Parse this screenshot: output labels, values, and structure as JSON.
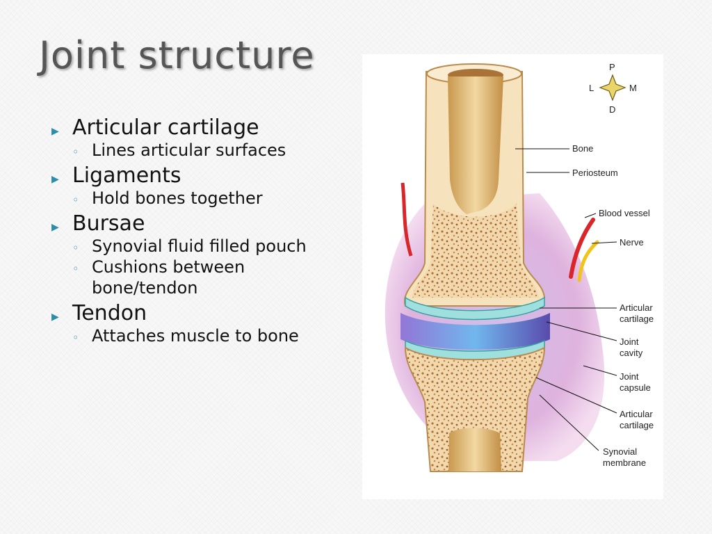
{
  "slide": {
    "title": "Joint structure",
    "bullets": [
      {
        "text": "Articular cartilage",
        "sub": [
          "Lines articular surfaces"
        ]
      },
      {
        "text": "Ligaments",
        "sub": [
          "Hold bones together"
        ]
      },
      {
        "text": "Bursae",
        "sub": [
          "Synovial fluid filled pouch",
          "Cushions between bone/tendon"
        ]
      },
      {
        "text": "Tendon",
        "sub": [
          "Attaches muscle to bone"
        ]
      }
    ]
  },
  "diagram": {
    "compass": {
      "p": "P",
      "l": "L",
      "m": "M",
      "d": "D"
    },
    "labels": {
      "bone": "Bone",
      "periosteum": "Periosteum",
      "blood_vessel": "Blood vessel",
      "nerve": "Nerve",
      "articular_cartilage_upper_1": "Articular",
      "articular_cartilage_upper_2": "cartilage",
      "joint_cavity_1": "Joint",
      "joint_cavity_2": "cavity",
      "joint_capsule_1": "Joint",
      "joint_capsule_2": "capsule",
      "articular_cartilage_lower_1": "Articular",
      "articular_cartilage_lower_2": "cartilage",
      "synovial_membrane_1": "Synovial",
      "synovial_membrane_2": "membrane"
    }
  }
}
